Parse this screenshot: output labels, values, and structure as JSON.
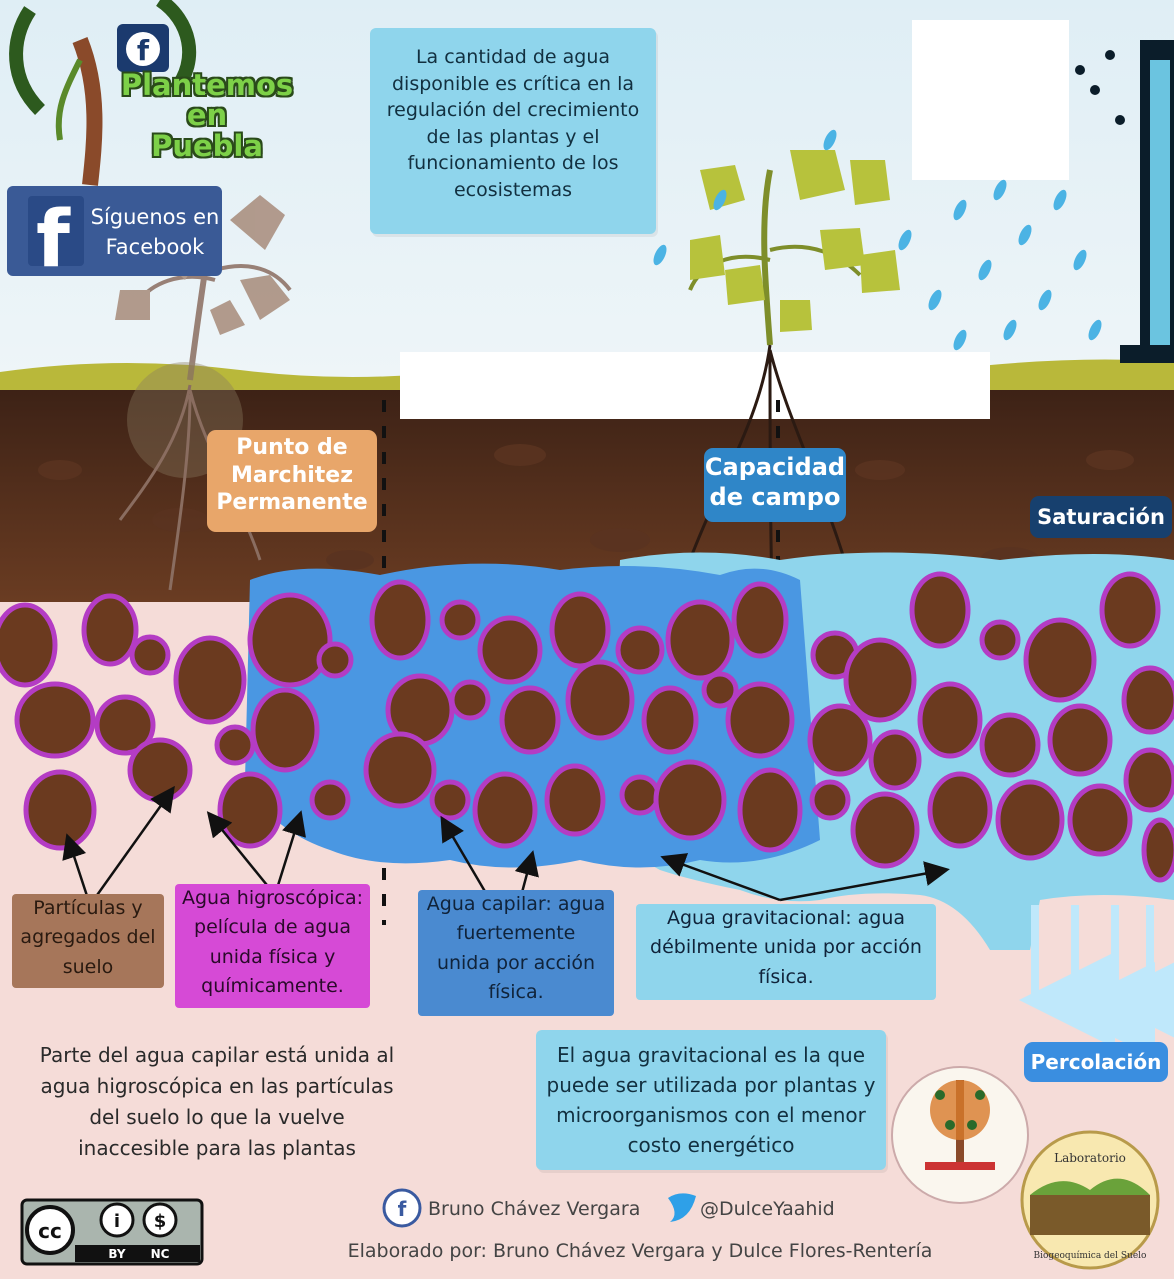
{
  "brand": {
    "name_lines": [
      "Plantemos",
      "en",
      "Puebla"
    ],
    "follow_line1": "Síguenos en",
    "follow_line2": "Facebook"
  },
  "top_callout": "La cantidad de agua disponible es crítica en la regulación del crecimiento de las plantas y el funcionamiento de los ecosistemas",
  "zones": {
    "pmp": [
      "Punto de",
      "Marchitez",
      "Permanente"
    ],
    "cc": [
      "Capacidad",
      "de campo"
    ],
    "sat": "Saturación",
    "perc": "Percolación"
  },
  "labels": {
    "particles": [
      "Partículas y",
      "agregados del",
      "suelo"
    ],
    "hygro": [
      "Agua higroscópica:",
      "película de agua",
      "unida física y",
      "químicamente."
    ],
    "capillary": [
      "Agua capilar: agua",
      "fuertemente",
      "unida por acción",
      "física."
    ],
    "gravitational": [
      "Agua gravitacional: agua",
      "débilmente unida por acción",
      "física."
    ]
  },
  "notes": {
    "capillary_note": [
      "Parte del agua capilar está unida al",
      "agua higroscópica en las partículas",
      "del suelo lo que la vuelve",
      "inaccesible para las plantas"
    ],
    "gravitational_note": [
      "El agua gravitacional es la que",
      "puede ser utilizada por plantas y",
      "microorganismos con el menor",
      "costo energético"
    ]
  },
  "credits": {
    "facebook_author": "Bruno Chávez Vergara",
    "twitter_handle": "@DulceYaahid",
    "made_by": "Elaborado por: Bruno Chávez Vergara y Dulce Flores-Rentería"
  },
  "license": {
    "by": "BY",
    "nc": "NC",
    "cc": "cc"
  },
  "lab_logo_text": "Laboratorio",
  "lab_logo_bottom": "Biogeoquímica del Suelo",
  "colors": {
    "sky": "#e9f1f6",
    "soil_dark": "#4a2a1c",
    "soil_mid": "#7a4a2c",
    "particle": "#6b3a1f",
    "hygro_film": "#b43cc4",
    "capillary_water": "#3a8ee0",
    "gravity_water": "#8fd5ec",
    "pmp_tag": "#e8a66a",
    "cc_tag": "#2f86c8",
    "sat_tag": "#17406e",
    "perc_tag": "#3a8ee0"
  }
}
